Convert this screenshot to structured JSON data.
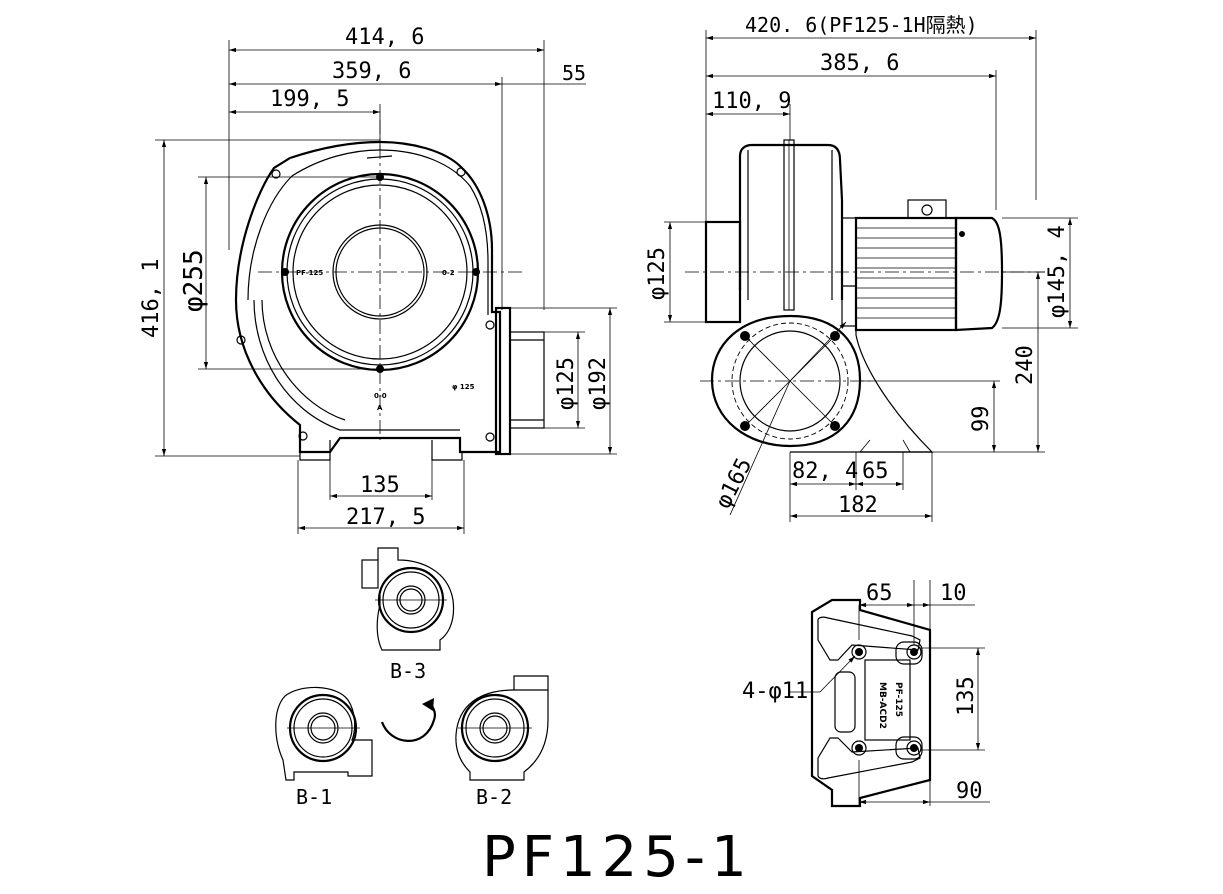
{
  "title": "PF125-1",
  "front_view": {
    "dimensions": {
      "overall_width": "414, 6",
      "width_to_outlet": "359, 6",
      "width_to_center": "199, 5",
      "outlet_flange": "55",
      "height": "416, 1",
      "inlet_diameter": "φ255",
      "outlet_diameter_inner": "φ125",
      "outlet_diameter_outer": "φ192",
      "base_hole_pitch": "135",
      "base_width": "217, 5"
    },
    "labels": {
      "model_plate_left": "PF-125",
      "model_plate_right": "0-2",
      "outlet_marking": "φ 125",
      "orientation_code": "0-0",
      "orientation_letter": "A"
    }
  },
  "side_view": {
    "dimensions": {
      "overall_length_insulated": "420. 6(PF125-1H隔熱)",
      "overall_length": "385, 6",
      "inlet_length": "110, 9",
      "inlet_diameter": "φ125",
      "motor_diameter": "φ145, 4",
      "center_height": "240",
      "outlet_center_height": "99",
      "flange_diameter": "φ165",
      "base_offset": "82, 4",
      "base_hole_offset": "65",
      "base_length": "182"
    }
  },
  "orientations": {
    "b3": "B-3",
    "b1": "B-1",
    "b2": "B-2"
  },
  "base_view": {
    "dimensions": {
      "hole_offset": "65",
      "edge_offset": "10",
      "hole_pitch": "135",
      "base_depth": "90",
      "holes": "4-φ11"
    },
    "labels": {
      "plate_line1": "PF-125",
      "plate_line2": "MB-ACD2"
    }
  }
}
